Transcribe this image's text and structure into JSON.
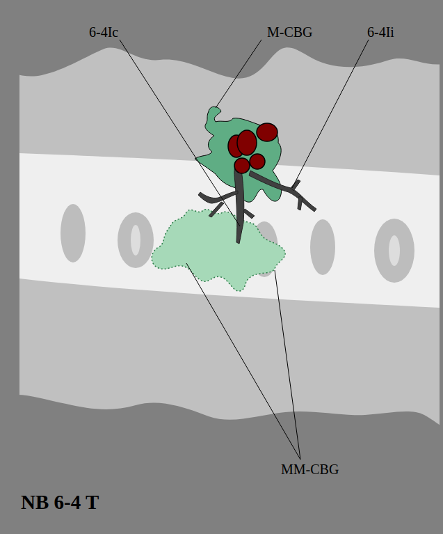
{
  "diagram": {
    "title": "NB 6-4 T",
    "labels": [
      "6-4Ic",
      "M-CBG",
      "6-4Ii",
      "MM-CBG"
    ]
  }
}
